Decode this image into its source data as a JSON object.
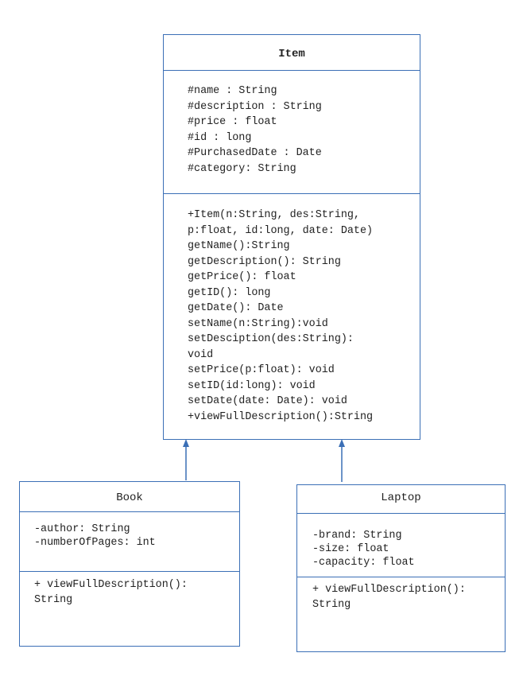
{
  "item": {
    "name": "Item",
    "attributes": [
      "#name : String",
      "#description : String",
      "#price : float",
      "#id : long",
      "#PurchasedDate : Date",
      "#category: String"
    ],
    "operations": [
      "+Item(n:String, des:String,",
      "p:float, id:long, date: Date)",
      "getName():String",
      "getDescription(): String",
      "getPrice(): float",
      "getID(): long",
      "getDate(): Date",
      "setName(n:String):void",
      "setDesciption(des:String):",
      "void",
      "setPrice(p:float): void",
      "setID(id:long): void",
      "setDate(date: Date): void",
      "+viewFullDescription():String"
    ]
  },
  "book": {
    "name": "Book",
    "attributes": [
      "-author: String",
      "-numberOfPages: int"
    ],
    "operations": [
      "+ viewFullDescription():",
      "String"
    ]
  },
  "laptop": {
    "name": "Laptop",
    "attributes": [
      "-brand: String",
      "-size: float",
      "-capacity: float"
    ],
    "operations": [
      "+ viewFullDescription():",
      "String"
    ]
  },
  "colors": {
    "border": "#3b6fb6",
    "arrow": "#3b6fb6",
    "text": "#222222"
  }
}
